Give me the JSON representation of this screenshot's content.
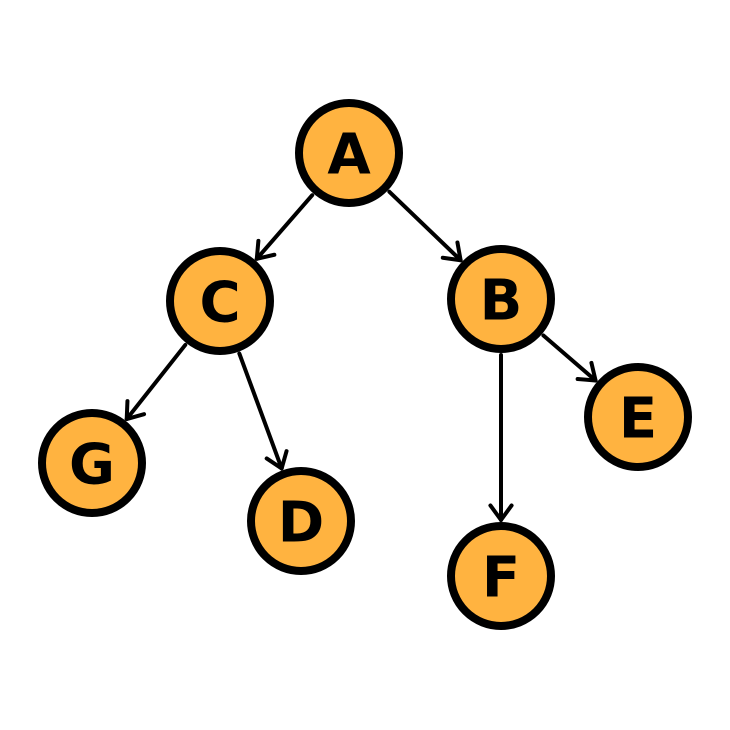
{
  "diagram": {
    "type": "directed-tree",
    "node_fill": "#FFB340",
    "node_stroke": "#000000",
    "nodes": [
      {
        "id": "A",
        "label": "A"
      },
      {
        "id": "C",
        "label": "C"
      },
      {
        "id": "B",
        "label": "B"
      },
      {
        "id": "G",
        "label": "G"
      },
      {
        "id": "D",
        "label": "D"
      },
      {
        "id": "F",
        "label": "F"
      },
      {
        "id": "E",
        "label": "E"
      }
    ],
    "edges": [
      {
        "from": "A",
        "to": "C"
      },
      {
        "from": "A",
        "to": "B"
      },
      {
        "from": "C",
        "to": "G"
      },
      {
        "from": "C",
        "to": "D"
      },
      {
        "from": "B",
        "to": "F"
      },
      {
        "from": "B",
        "to": "E"
      }
    ]
  }
}
